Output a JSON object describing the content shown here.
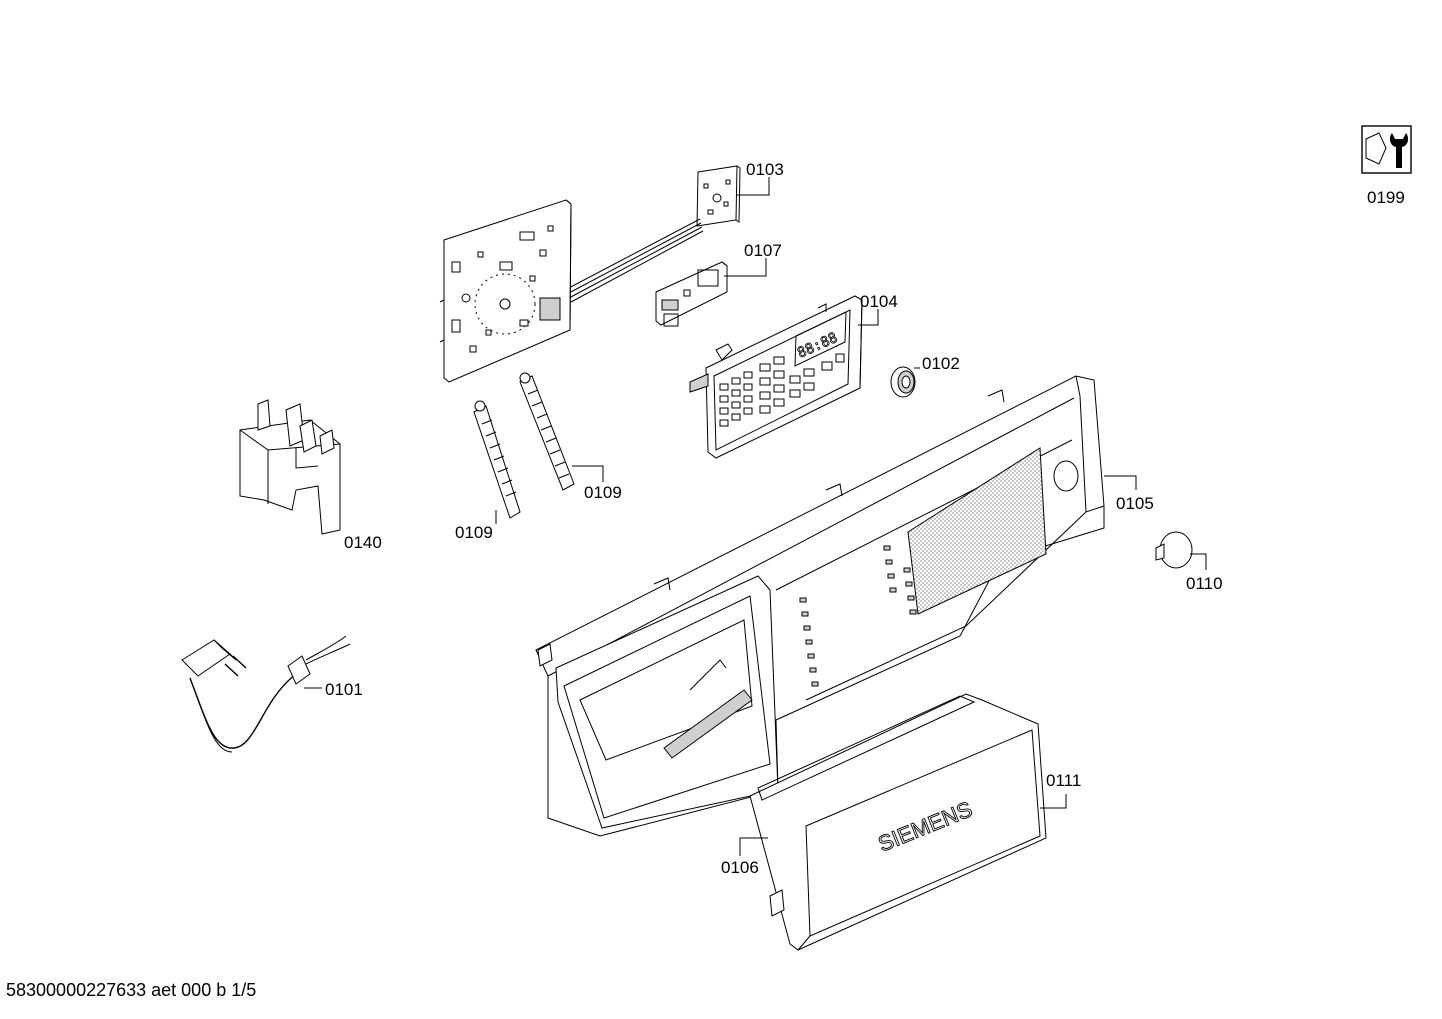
{
  "parts": {
    "p0199": "0199",
    "p0103": "0103",
    "p0107": "0107",
    "p0104": "0104",
    "p0102": "0102",
    "p0105": "0105",
    "p0110": "0110",
    "p0109a": "0109",
    "p0109b": "0109",
    "p0140": "0140",
    "p0101": "0101",
    "p0111": "0111",
    "p0106": "0106"
  },
  "brand_text": "SIEMENS",
  "footer_text": "58300000227633 aet 000 b 1/5",
  "icons": {
    "service_tool": "wrench-nut-icon"
  }
}
